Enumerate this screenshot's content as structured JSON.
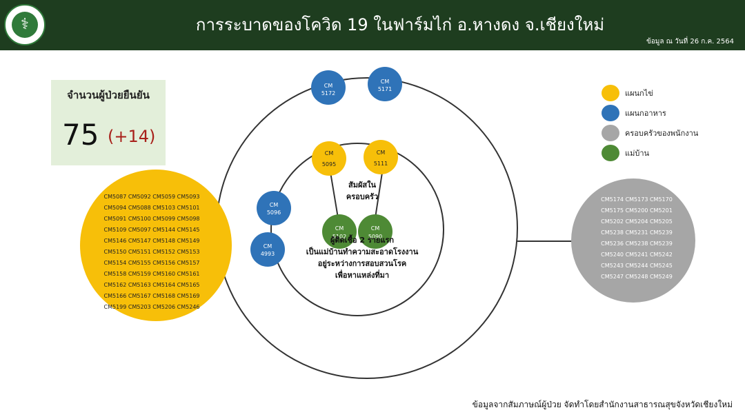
{
  "header": {
    "title": "การระบาดของโควิด 19 ในฟาร์มไก่ อ.หางดง จ.เชียงใหม่",
    "date": "ข้อมูล ณ วันที่ 26 ก.ค. 2564"
  },
  "stats": {
    "label": "จำนวนผู้ป่วยยืนยัน",
    "total": "75",
    "increase": "(+14)"
  },
  "legend": [
    {
      "label": "แผนกไข่",
      "color": "#f7bf09"
    },
    {
      "label": "แผนกอาหาร",
      "color": "#2f73b8"
    },
    {
      "label": "ครอบครัวของพนักงาน",
      "color": "#a6a6a6"
    },
    {
      "label": "แม่บ้าน",
      "color": "#4e8a35"
    }
  ],
  "colors": {
    "yellow": "#f7bf09",
    "blue": "#2f73b8",
    "gray": "#a6a6a6",
    "green": "#4e8a35",
    "header": "#1e3d1f",
    "accent_red": "#a8201a"
  },
  "nodes": {
    "blue_top_left": {
      "line1": "CM",
      "line2": "5172"
    },
    "blue_top_right": {
      "line1": "CM",
      "line2": "5171"
    },
    "blue_left_1": {
      "line1": "CM",
      "line2": "5096"
    },
    "blue_left_2": {
      "line1": "CM",
      "line2": "4993"
    },
    "yellow_1": {
      "line1": "CM",
      "line2": "5095"
    },
    "yellow_2": {
      "line1": "CM",
      "line2": "5111"
    },
    "green_1": {
      "line1": "CM",
      "line2": "5102"
    },
    "green_2": {
      "line1": "CM",
      "line2": "5090"
    }
  },
  "yellow_cluster": [
    "CM5087 CM5092 CM5059 CM5093",
    "CM5094 CM5088 CM5103 CM5101",
    "CM5091 CM5100 CM5099 CM5098",
    "CM5109 CM5097 CM5144 CM5145",
    "CM5146 CM5147 CM5148 CM5149",
    "CM5150 CM5151 CM5152 CM5153",
    "CM5154 CM5155 CM5156 CM5157",
    "CM5158 CM5159 CM5160 CM5161",
    "CM5162 CM5163 CM5164 CM5165",
    "CM5166 CM5167 CM5168 CM5169",
    "CM5199 CM5203 CM5206 CM5246"
  ],
  "gray_cluster": [
    "CM5174 CM5173 CM5170",
    "CM5175 CM5200 CM5201",
    "CM5202 CM5204 CM5205",
    "CM5238 CM5231 CM5239",
    "CM5236 CM5238 CM5239",
    "CM5240 CM5241 CM5242",
    "CM5243 CM5244 CM5245",
    "CM5247 CM5248 CM5249"
  ],
  "notes": {
    "contact": [
      "สัมผัสใน",
      "ครอบครัว"
    ],
    "first_cases": [
      "ผู้ติดเชื้อ 2 รายแรก",
      "เป็นแม่บ้านทำความสะอาดโรงงาน",
      "อยู่ระหว่างการสอบสวนโรค",
      "เพื่อหาแหล่งที่มา"
    ]
  },
  "footer": "ข้อมูลจากสัมภาษณ์ผู้ป่วย จัดทำโดยสำนักงานสาธารณสุขจังหวัดเชียงใหม่"
}
